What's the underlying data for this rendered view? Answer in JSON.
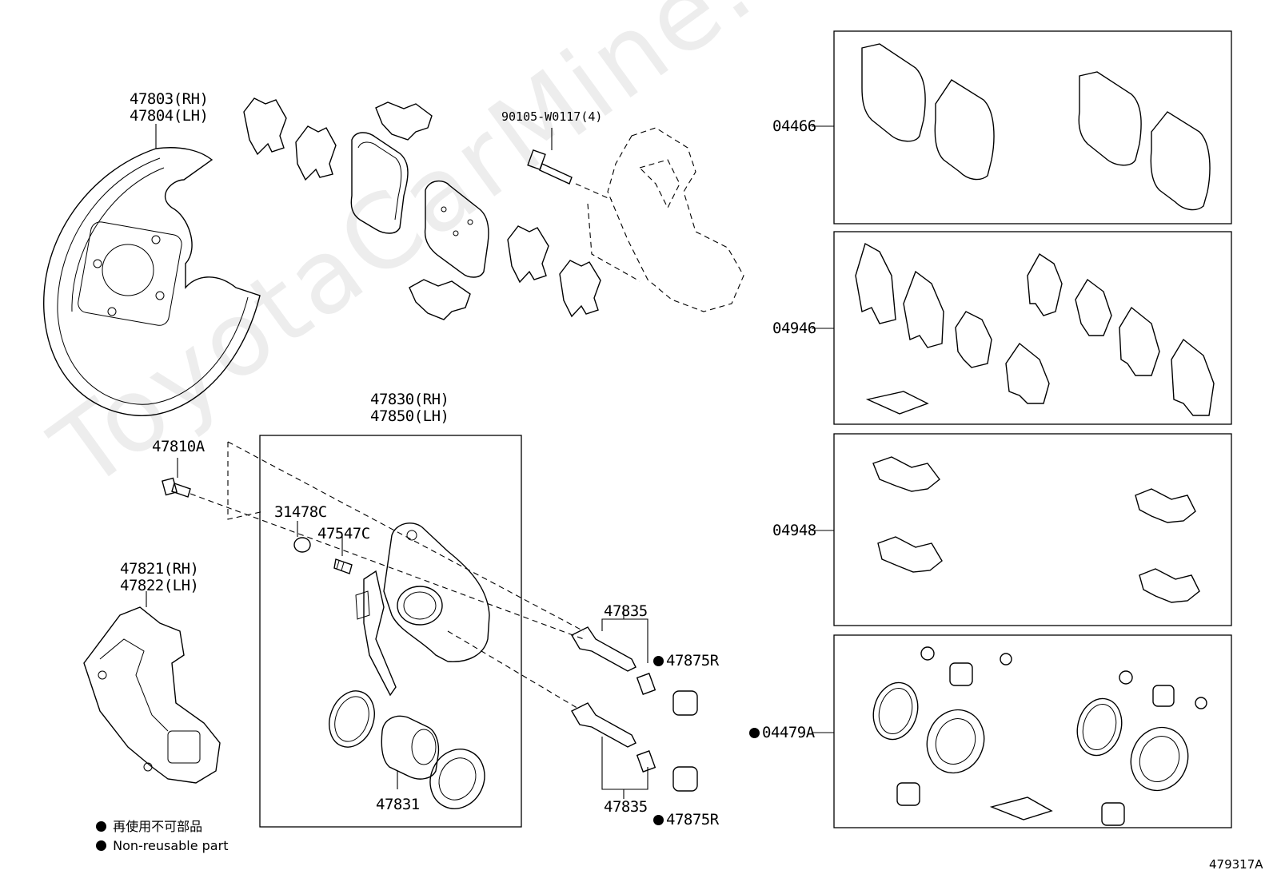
{
  "watermark": "ToyotaCarMine.ru",
  "diagram_id": "479317A",
  "labels": {
    "shield": [
      "47803(RH)",
      "47804(LH)"
    ],
    "bolt_top": "90105-W0117(4)",
    "caliper_assy": [
      "47830(RH)",
      "47850(LH)"
    ],
    "bleeder_bolt": "47810A",
    "cap": "31478C",
    "bleeder_plug": "47547C",
    "mounting": [
      "47821(RH)",
      "47822(LH)"
    ],
    "pin_upper": "47835",
    "pin_lower": "47835",
    "boot_upper": "47875R",
    "boot_lower": "47875R",
    "piston": "47831",
    "kit_pads": "04466",
    "kit_shims": "04946",
    "kit_fittings": "04948",
    "kit_cylinder": "04479A"
  },
  "legend": {
    "jp": "再使用不可部品",
    "en": "Non-reusable part"
  }
}
